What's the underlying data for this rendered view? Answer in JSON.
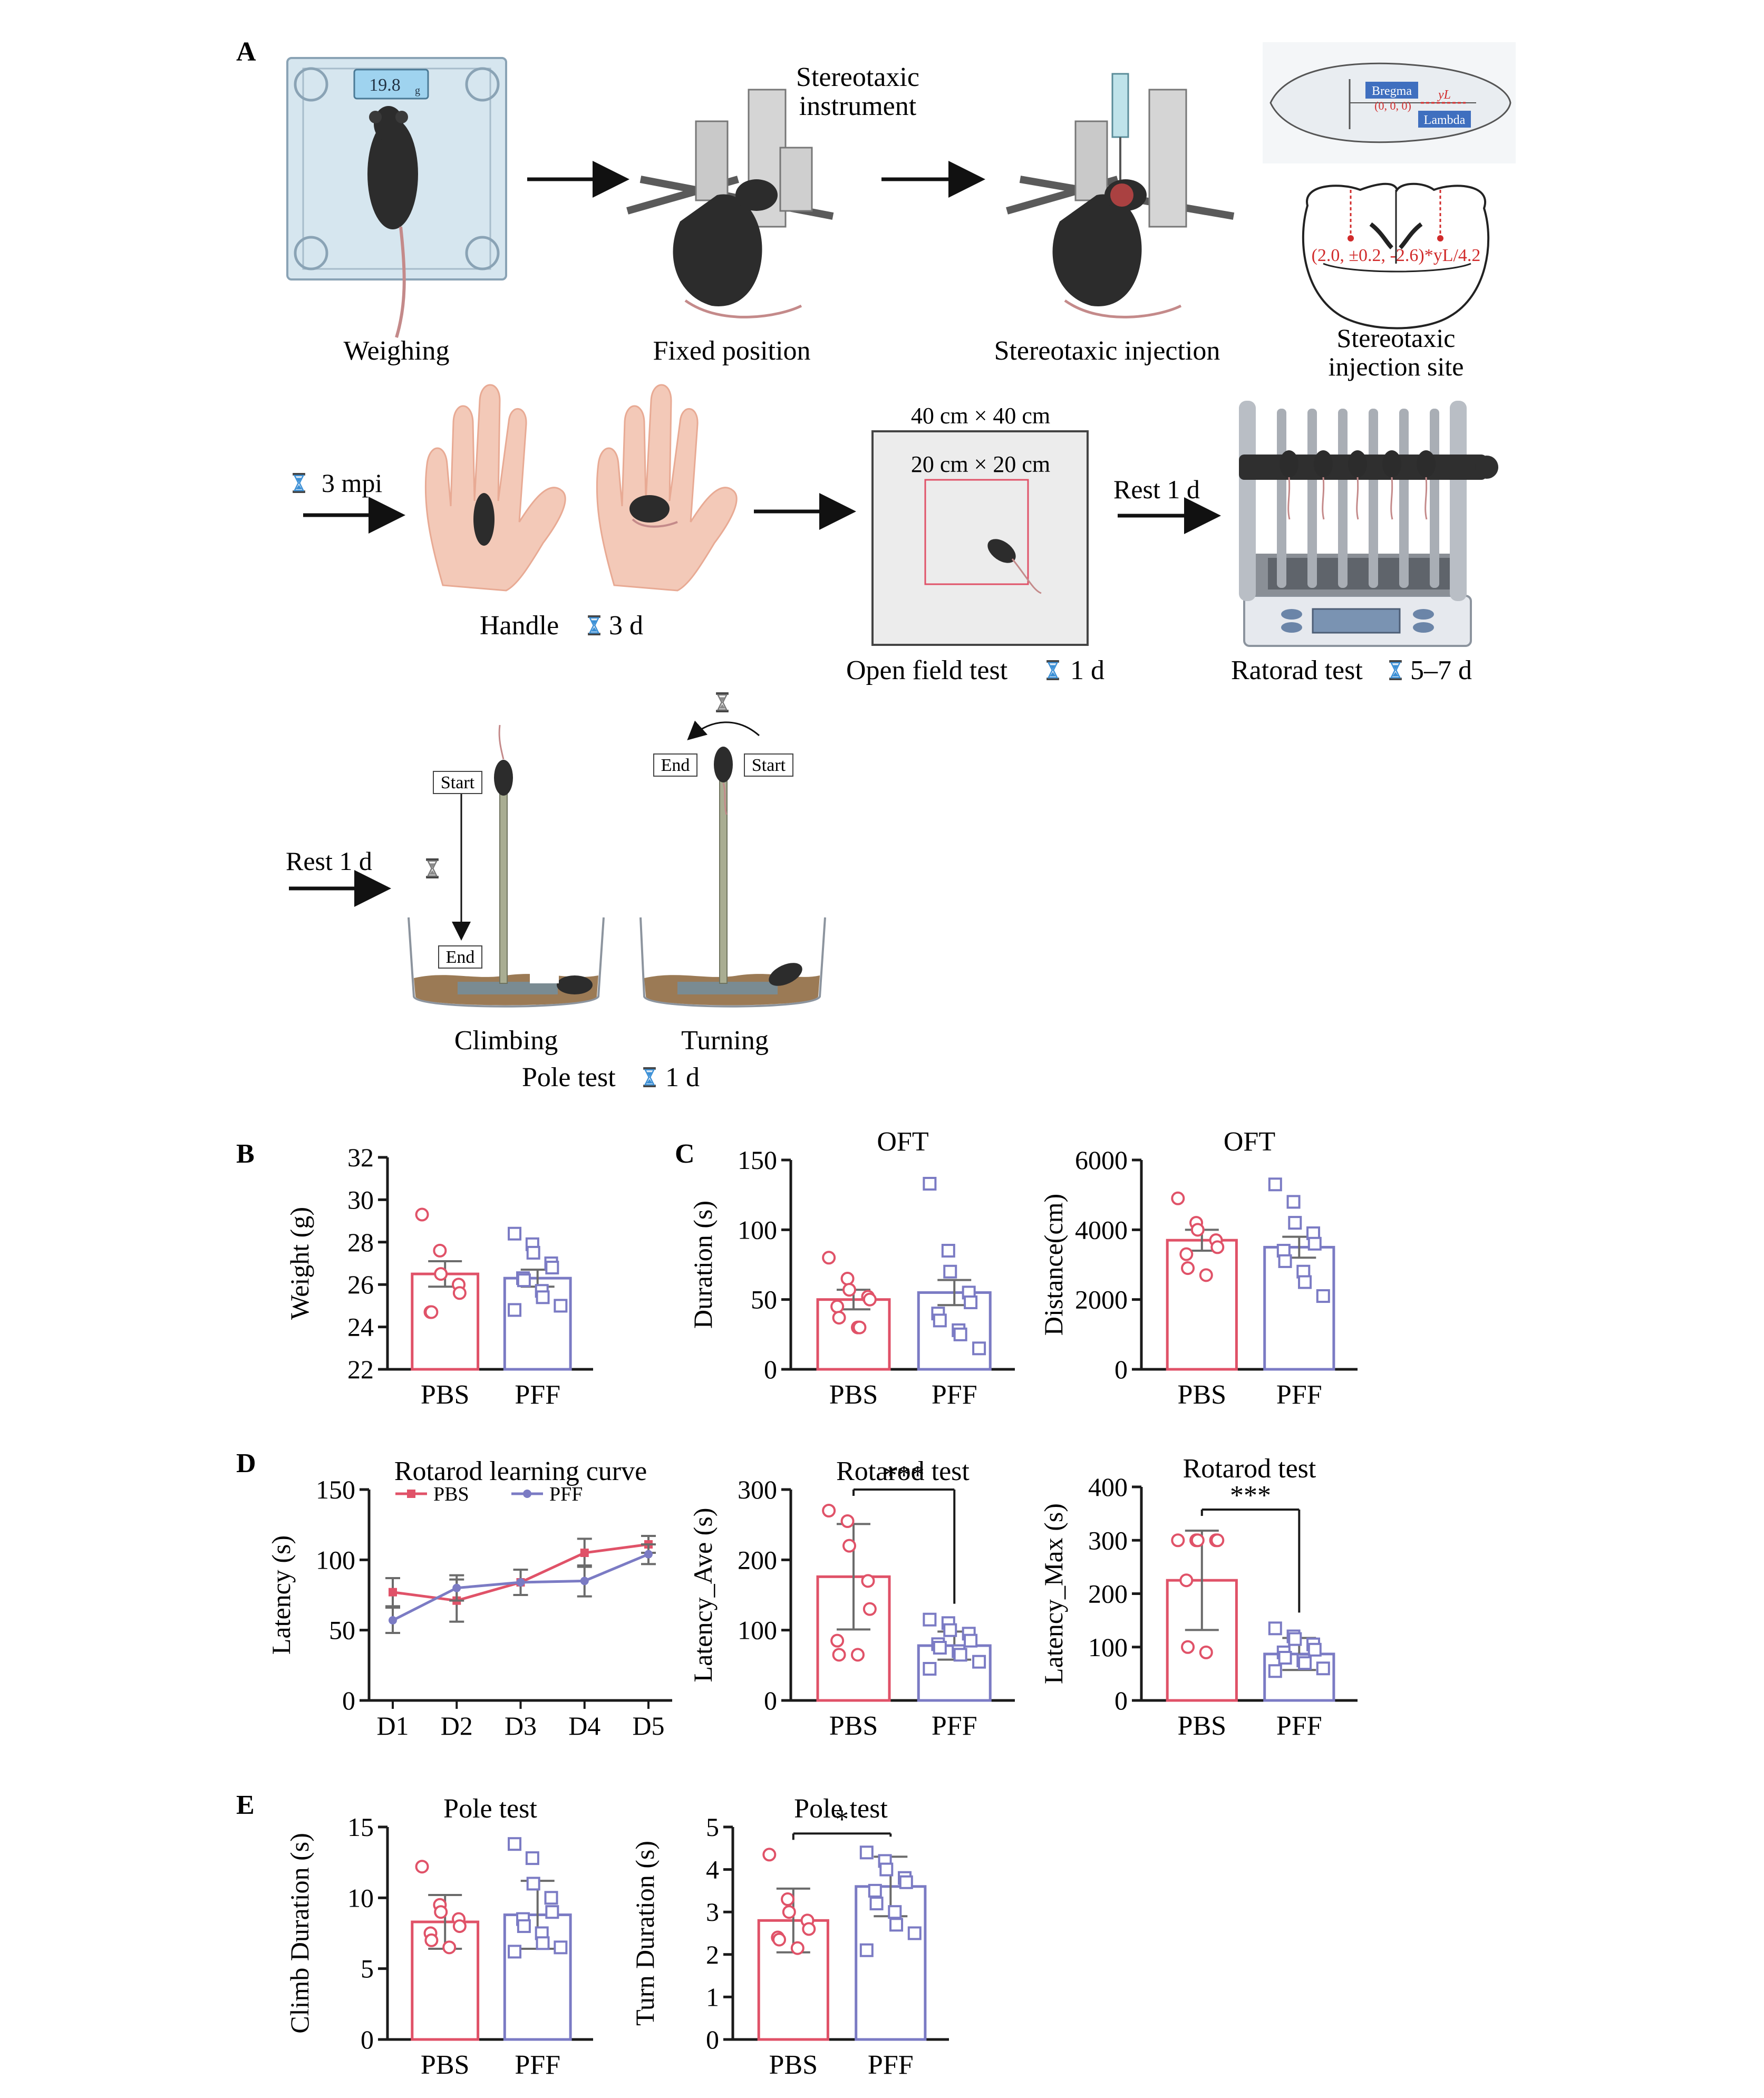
{
  "panel_letters": {
    "a": "A",
    "b": "B",
    "c": "C",
    "d": "D",
    "e": "E"
  },
  "workflow": {
    "scale_readout": "19.8",
    "scale_unit": "g",
    "weighing": "Weighing",
    "stereotaxic_instrument_l1": "Stereotaxic",
    "stereotaxic_instrument_l2": "instrument",
    "fixed_position": "Fixed position",
    "stereotaxic_injection": "Stereotaxic injection",
    "bregma": "Bregma",
    "bregma_coord": "(0, 0, 0)",
    "lambda": "Lambda",
    "yl": "yL",
    "injection_coord": "(2.0, ±0.2, -2.6)*yL/4.2",
    "injection_site_l1": "Stereotaxic",
    "injection_site_l2": "injection site",
    "mpi": "3 mpi",
    "handle": "Handle",
    "handle_days": "3 d",
    "arena_outer": "40 cm × 40 cm",
    "arena_inner": "20 cm × 20 cm",
    "open_field": "Open field test",
    "open_field_days": "1 d",
    "rest1": "Rest 1 d",
    "ratorad": "Ratorad test",
    "ratorad_days": "5–7 d",
    "rest2": "Rest 1 d",
    "start": "Start",
    "end": "End",
    "climbing": "Climbing",
    "turning": "Turning",
    "pole_test": "Pole test",
    "pole_days": "1 d"
  },
  "colors": {
    "pbs": "#e05268",
    "pff": "#7b7bc4",
    "axis": "#1a1a1a",
    "errbar": "#6b6b6b",
    "hourglass": "#3a8fd6"
  },
  "chart_data": [
    {
      "id": "B",
      "type": "bar",
      "title": "",
      "xlabel": "",
      "ylabel": "Weight (g)",
      "ylim": [
        22,
        32
      ],
      "yticks": [
        22,
        24,
        26,
        28,
        30,
        32
      ],
      "categories": [
        "PBS",
        "PFF"
      ],
      "values": [
        26.5,
        26.3
      ],
      "errors": [
        0.6,
        0.4
      ],
      "points": [
        [
          29.3,
          27.6,
          26.5,
          26.0,
          25.6,
          24.7,
          24.7
        ],
        [
          28.4,
          27.9,
          27.5,
          27.0,
          26.8,
          26.3,
          26.2,
          25.7,
          25.4,
          25.0,
          24.8
        ]
      ]
    },
    {
      "id": "C1",
      "type": "bar",
      "title": "OFT",
      "xlabel": "",
      "ylabel": "Duration (s)",
      "ylim": [
        0,
        150
      ],
      "yticks": [
        0,
        50,
        100,
        150
      ],
      "categories": [
        "PBS",
        "PFF"
      ],
      "values": [
        50,
        55
      ],
      "errors": [
        7,
        9
      ],
      "points": [
        [
          80,
          65,
          57,
          52,
          50,
          45,
          37,
          30,
          30
        ],
        [
          133,
          85,
          70,
          55,
          48,
          40,
          35,
          28,
          25,
          15
        ]
      ]
    },
    {
      "id": "C2",
      "type": "bar",
      "title": "OFT",
      "xlabel": "",
      "ylabel": "Distance(cm)",
      "ylim": [
        0,
        6000
      ],
      "yticks": [
        0,
        2000,
        4000,
        6000
      ],
      "categories": [
        "PBS",
        "PFF"
      ],
      "values": [
        3700,
        3500
      ],
      "errors": [
        300,
        300
      ],
      "points": [
        [
          4900,
          4200,
          4000,
          3700,
          3500,
          3300,
          2900,
          2700
        ],
        [
          5300,
          4800,
          4200,
          3900,
          3600,
          3400,
          3100,
          2800,
          2500,
          2100
        ]
      ]
    },
    {
      "id": "D1",
      "type": "line",
      "title": "Rotarod learning curve",
      "xlabel": "",
      "ylabel": "Latency (s)",
      "ylim": [
        0,
        150
      ],
      "yticks": [
        0,
        50,
        100,
        150
      ],
      "x": [
        "D1",
        "D2",
        "D3",
        "D4",
        "D5"
      ],
      "series": [
        {
          "name": "PBS",
          "values": [
            77,
            71,
            84,
            105,
            111
          ],
          "errors": [
            10,
            15,
            9,
            10,
            6
          ]
        },
        {
          "name": "PFF",
          "values": [
            57,
            80,
            84,
            85,
            104
          ],
          "errors": [
            9,
            9,
            9,
            11,
            7
          ]
        }
      ]
    },
    {
      "id": "D2",
      "type": "bar",
      "title": "Rotarod test",
      "xlabel": "",
      "ylabel": "Latency_Ave (s)",
      "ylim": [
        0,
        300
      ],
      "yticks": [
        0,
        100,
        200,
        300
      ],
      "categories": [
        "PBS",
        "PFF"
      ],
      "values": [
        176,
        78
      ],
      "errors": [
        75,
        20
      ],
      "significance": "***",
      "points": [
        [
          270,
          255,
          220,
          170,
          130,
          85,
          65,
          65
        ],
        [
          115,
          110,
          100,
          95,
          85,
          80,
          75,
          70,
          65,
          55,
          45
        ]
      ]
    },
    {
      "id": "D3",
      "type": "bar",
      "title": "Rotarod test",
      "xlabel": "",
      "ylabel": "Latency_Max (s)",
      "ylim": [
        0,
        400
      ],
      "yticks": [
        0,
        100,
        200,
        300,
        400
      ],
      "categories": [
        "PBS",
        "PFF"
      ],
      "values": [
        225,
        87
      ],
      "errors": [
        93,
        30
      ],
      "significance": "***",
      "points": [
        [
          300,
          300,
          300,
          300,
          300,
          225,
          100,
          90
        ],
        [
          135,
          120,
          115,
          105,
          95,
          90,
          80,
          75,
          70,
          60,
          55
        ]
      ]
    },
    {
      "id": "E1",
      "type": "bar",
      "title": "Pole test",
      "xlabel": "",
      "ylabel": "Climb Duration (s)",
      "ylim": [
        0,
        15
      ],
      "yticks": [
        0,
        5,
        10,
        15
      ],
      "categories": [
        "PBS",
        "PFF"
      ],
      "values": [
        8.3,
        8.8
      ],
      "errors": [
        1.9,
        2.4
      ],
      "points": [
        [
          12.2,
          9.5,
          9.0,
          8.5,
          8.0,
          7.5,
          7.0,
          6.5
        ],
        [
          13.8,
          12.8,
          11.0,
          10.0,
          9.0,
          8.5,
          8.0,
          7.5,
          6.8,
          6.5,
          6.2
        ]
      ]
    },
    {
      "id": "E2",
      "type": "bar",
      "title": "Pole test",
      "xlabel": "",
      "ylabel": "Turn Duration (s)",
      "ylim": [
        0,
        5
      ],
      "yticks": [
        0,
        1,
        2,
        3,
        4,
        5
      ],
      "categories": [
        "PBS",
        "PFF"
      ],
      "values": [
        2.8,
        3.6
      ],
      "errors": [
        0.75,
        0.7
      ],
      "significance": "*",
      "points": [
        [
          4.35,
          3.3,
          3.0,
          2.8,
          2.6,
          2.4,
          2.35,
          2.15
        ],
        [
          4.4,
          4.2,
          4.0,
          3.8,
          3.7,
          3.5,
          3.2,
          3.0,
          2.7,
          2.5,
          2.1
        ]
      ]
    }
  ]
}
